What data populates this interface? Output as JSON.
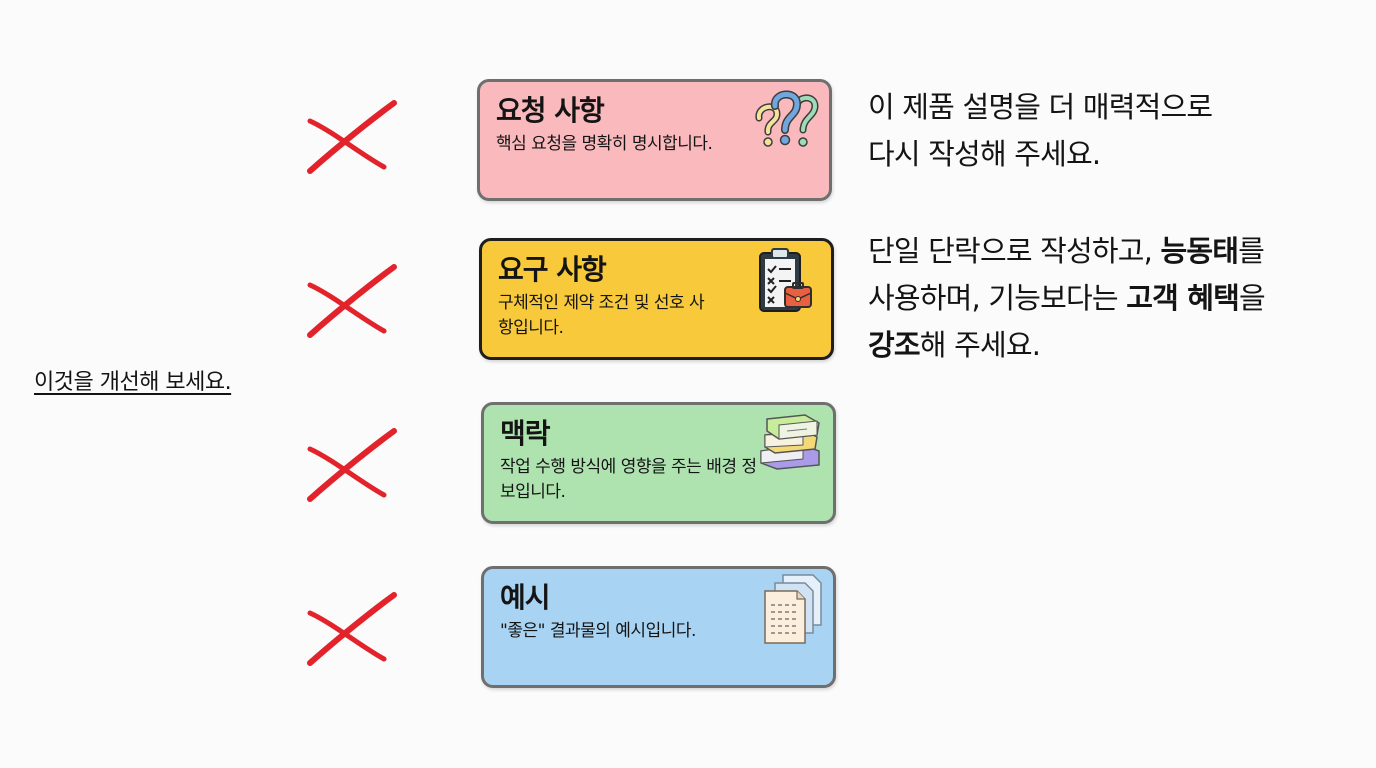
{
  "left_label": "이것을 개선해 보세요.",
  "cards": [
    {
      "title": "요청 사항",
      "description": "핵심 요청을 명확히 명시합니다.",
      "color": "#f9b9bd",
      "icon": "question-marks-icon"
    },
    {
      "title": "요구 사항",
      "description": "구체적인 제약 조건 및 선호 사항입니다.",
      "color": "#f8c93a",
      "icon": "clipboard-checklist-icon"
    },
    {
      "title": "맥락",
      "description": "작업 수행 방식에 영향을 주는 배경 정보입니다.",
      "color": "#aee3b0",
      "icon": "stacked-books-icon"
    },
    {
      "title": "예시",
      "description": "\"좋은\" 결과물의 예시입니다.",
      "color": "#a9d3f3",
      "icon": "documents-icon"
    }
  ],
  "x_marks": {
    "color": "#e2232b",
    "count": 4
  },
  "right_text": {
    "paragraph1": {
      "line1": "이 제품 설명을 더 매력적으로",
      "line2": "다시 작성해 주세요."
    },
    "paragraph2": {
      "part1": "단일 단락으로 작성하고, ",
      "bold1": "능동태",
      "part2": "를",
      "part3": "사용하며, 기능보다는 ",
      "bold2": "고객 혜택",
      "part4": "을",
      "bold3": "강조",
      "part5": "해 주세요."
    }
  }
}
